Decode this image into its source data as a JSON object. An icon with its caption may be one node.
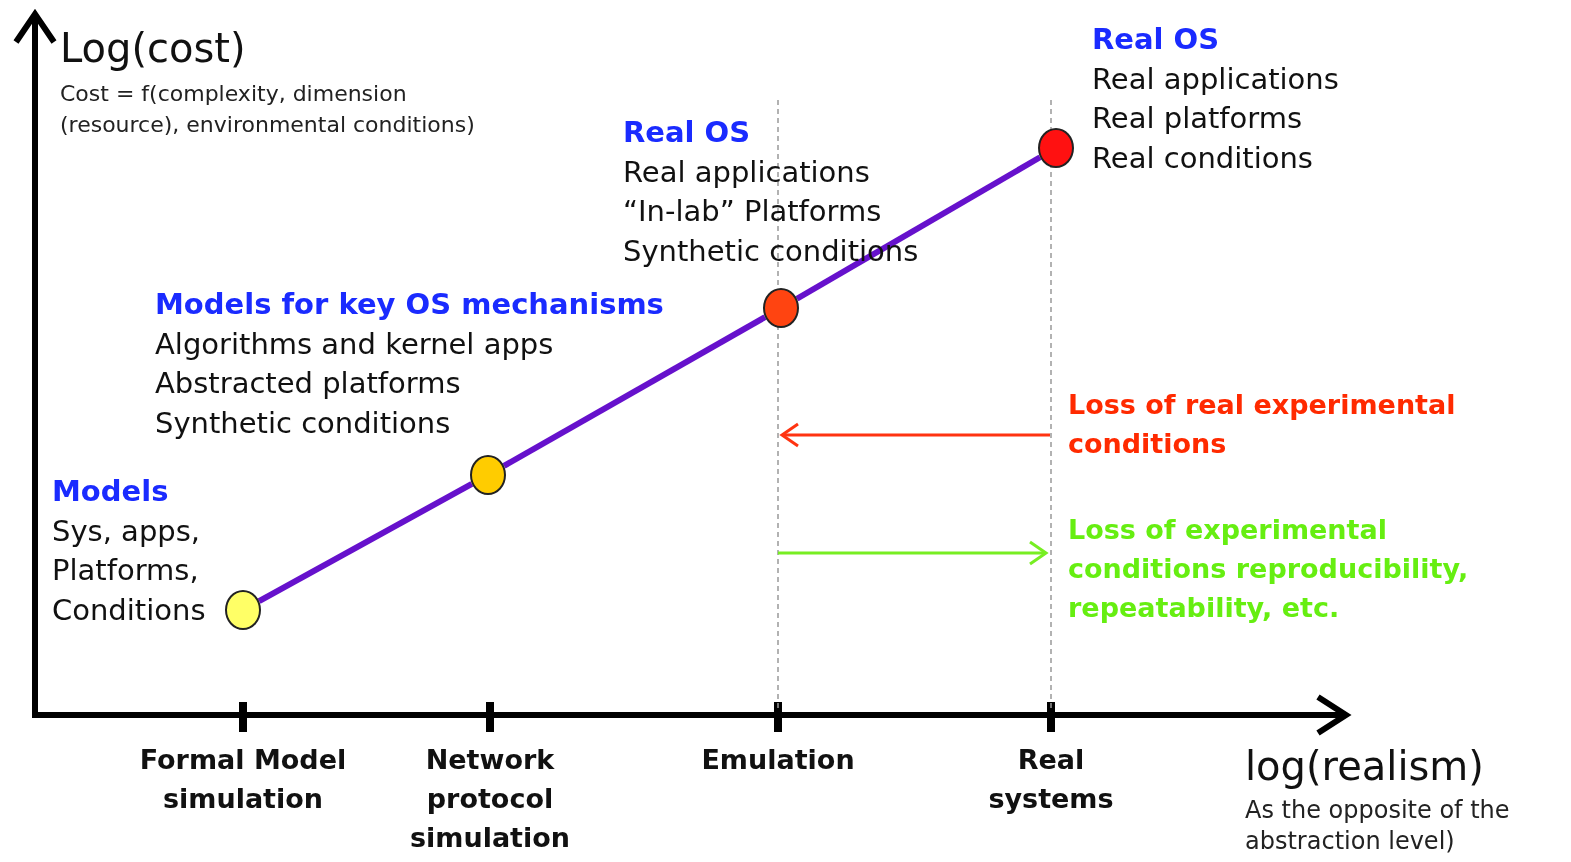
{
  "diagram": {
    "nodes": [
      {
        "text": [],
        "shape": "circle",
        "beside": [
          "Models",
          "Sys, apps,",
          "Platforms,",
          "Conditions"
        ]
      },
      {
        "text": [],
        "shape": "circle",
        "beside": [
          "Models for key OS mechanisms",
          "Algorithms and kernel apps",
          "Abstracted platforms",
          "Synthetic conditions"
        ]
      },
      {
        "text": [],
        "shape": "circle",
        "beside": [
          "Real OS",
          "Real applications",
          "“In-lab” Platforms",
          "Synthetic conditions"
        ]
      },
      {
        "text": [],
        "shape": "circle",
        "beside": [
          "Real OS",
          "Real applications",
          "Real platforms",
          "Real conditions"
        ]
      }
    ],
    "edges": [
      {
        "from": 0,
        "to": 1,
        "arrow": "none"
      },
      {
        "from": 1,
        "to": 2,
        "arrow": "none"
      },
      {
        "from": 2,
        "to": 3,
        "arrow": "none"
      }
    ],
    "labels": [
      "Log(cost)",
      "Cost = f(complexity, dimension (resource), environmental conditions)",
      "Loss of real experimental conditions",
      "Loss of experimental conditions reproducibility, repeatability, etc.",
      "Formal Model simulation",
      "Network protocol simulation",
      "Emulation",
      "Real systems",
      "log(realism)",
      "As the opposite of the abstraction level)"
    ]
  }
}
